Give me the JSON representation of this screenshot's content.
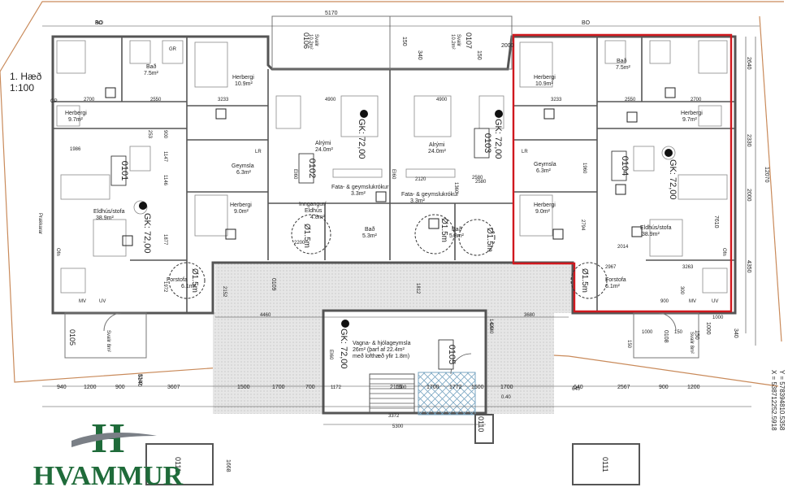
{
  "title": {
    "line1": "1. Hæð",
    "line2": "1:100"
  },
  "logo": {
    "mark": "H",
    "name": "HVAMMUR"
  },
  "colors": {
    "wall": "#555555",
    "highlight": "#d0181e",
    "site_line": "#c98a5a",
    "paving": "#dcdcdc"
  },
  "units": [
    {
      "id": "0101",
      "gk": "GK: 72,00"
    },
    {
      "id": "0102",
      "gk": "GK: 72,00"
    },
    {
      "id": "0103",
      "gk": "GK: 72,00"
    },
    {
      "id": "0104",
      "gk": "GK: 72,00"
    },
    {
      "id": "0105",
      "gk": "GK: 72,00"
    }
  ],
  "storage_ids": {
    "s0105": "0105",
    "s0106": "0106",
    "s0107": "0107",
    "s0108": "0108",
    "s0109": "0109",
    "s0110": "0110",
    "s0111a": "0111",
    "s0111b": "0111"
  },
  "rooms": {
    "bad_l": {
      "name": "Bað",
      "area": "7.5m²"
    },
    "herb_l1": {
      "name": "Herbergi",
      "area": "10.9m²"
    },
    "herb_l2": {
      "name": "Herbergi",
      "area": "9.7m²"
    },
    "eldhus_l": {
      "name": "Eldhús/stofa",
      "area": "38.9m²"
    },
    "geymsla_l": {
      "name": "Geymsla",
      "area": "6.3m²"
    },
    "herb_l3": {
      "name": "Herbergi",
      "area": "9.0m²"
    },
    "forstofa_l": {
      "name": "Forstofa",
      "area": "6.1m²"
    },
    "alrymi_l": {
      "name": "Alrými",
      "area": "24.0m²"
    },
    "fata_l": {
      "name": "Fata- & geymslukrókur",
      "area": "3.3m²"
    },
    "inngangur_l": {
      "name": "Inngangur/",
      "name2": "Eldhús",
      "area": "4.8m²"
    },
    "bad_cl": {
      "name": "Bað",
      "area": "5.3m²"
    },
    "alrymi_r": {
      "name": "Alrými",
      "area": "24.0m²"
    },
    "fata_r": {
      "name": "Fata- & geymslukrókur",
      "area": "3.3m²"
    },
    "bad_cr": {
      "name": "Bað",
      "area": "5.3m²"
    },
    "herb_r1": {
      "name": "Herbergi",
      "area": "10.9m²"
    },
    "bad_r": {
      "name": "Bað",
      "area": "7.5m²"
    },
    "herb_r2": {
      "name": "Herbergi",
      "area": "9.7m²"
    },
    "geymsla_r": {
      "name": "Geymsla",
      "area": "6.3m²"
    },
    "herb_r3": {
      "name": "Herbergi",
      "area": "9.0m²"
    },
    "eldhus_r": {
      "name": "Eldhús/stofa",
      "area": "38.9m²"
    },
    "forstofa_r": {
      "name": "Forstofa",
      "area": "6.1m²"
    },
    "vagna": {
      "name": "Vagna- & hjólageymsla",
      "area": "26m² (þarf af 22.4m²",
      "area2": "með lofthæð yfir 1.8m)"
    }
  },
  "balconies": {
    "top_l": {
      "name": "Svalir",
      "area": "10.2m²"
    },
    "top_r": {
      "name": "Svalir",
      "area": "10.2m²"
    },
    "bot_l": {
      "name": "Svalir 8m²"
    },
    "bot_r": {
      "name": "Svalir 8m²"
    }
  },
  "turning": {
    "a": "Ø1.5m",
    "b": "Ø1.5m",
    "c": "Ø1.5m",
    "d": "Ø1.5m",
    "e": "Ø1.5m"
  },
  "coords": {
    "x": "X = 538712252.5918",
    "y": "Y = 578394810.5358"
  },
  "labels": {
    "R": "R",
    "LR": "LR",
    "GR": "GR",
    "OP": "OP",
    "BO": "BO",
    "EI60": "EI60",
    "Ofn": "Ofn",
    "UV": "UV",
    "MV": "MV",
    "Prakkarar": "Prakkarar",
    "level_mark": "0.40"
  },
  "dims": {
    "top": [
      "BO",
      "5170",
      "150",
      "340",
      "150",
      "2000",
      "BO"
    ],
    "bottom": [
      "940",
      "1200",
      "900",
      "3607",
      "1500",
      "1700",
      "700",
      "2155",
      "1700",
      "1772",
      "1500",
      "1700",
      "640",
      "2567",
      "900",
      "1200"
    ],
    "inner": [
      "4460",
      "3680",
      "5300",
      "3372",
      "4900",
      "4900",
      "3233",
      "3233",
      "2700",
      "2700",
      "2550",
      "2550",
      "1986",
      "2014",
      "2967",
      "3263",
      "1440",
      "1812",
      "2152",
      "1172",
      "640",
      "1500",
      "900"
    ],
    "right": [
      "2640",
      "2330",
      "12070",
      "2000",
      "7610",
      "4350",
      "1000",
      "150",
      "340"
    ],
    "left": [
      "5140",
      "1668"
    ],
    "misc": [
      "2580",
      "2120",
      "1960",
      "1147",
      "1146",
      "253",
      "900",
      "1877",
      "1972",
      "2794",
      "2200",
      "2580",
      "1420",
      "300",
      "1360",
      "150",
      "1000",
      "150",
      "5340",
      "1000"
    ]
  }
}
